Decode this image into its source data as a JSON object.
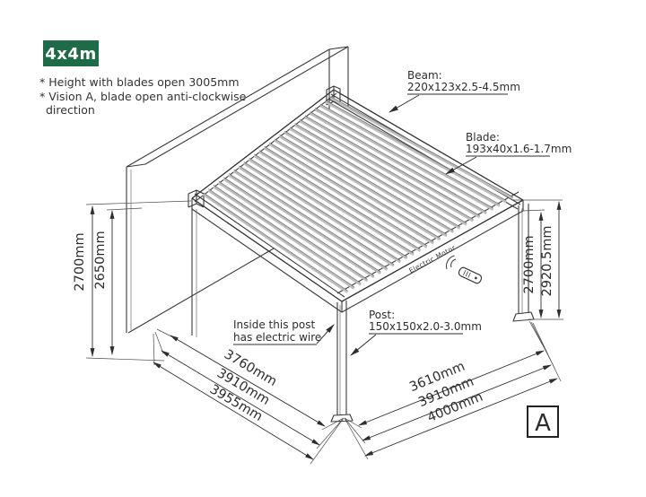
{
  "badge": {
    "label": "4x4m",
    "bg_color": "#1e6b47",
    "text_color": "#ffffff"
  },
  "notes": {
    "line1": "* Height with blades open 3005mm",
    "line2": "* Vision A, blade open anti-clockwise",
    "line3": "direction"
  },
  "callouts": {
    "beam": {
      "title": "Beam:",
      "spec": "220x123x2.5-4.5mm"
    },
    "blade": {
      "title": "Blade:",
      "spec": "193x40x1.6-1.7mm"
    },
    "post": {
      "title": "Post:",
      "spec": "150x150x2.0-3.0mm"
    },
    "wire": {
      "line1": "Inside this post",
      "line2": "has electric wire"
    }
  },
  "labels": {
    "electric_motor": "Electric Motor"
  },
  "dims": {
    "left_outer": "2700mm",
    "left_inner": "2650mm",
    "right_inner": "2700mm",
    "right_outer": "2920.5mm",
    "bottom_left": [
      "3760mm",
      "3910mm",
      "3955mm"
    ],
    "bottom_right": [
      "3610mm",
      "3910mm",
      "4000mm"
    ]
  },
  "view": {
    "label": "A"
  },
  "colors": {
    "badge_bg": "#1e6b47",
    "line": "#2e2e2e",
    "blade_fill": "#bdbdbd"
  }
}
